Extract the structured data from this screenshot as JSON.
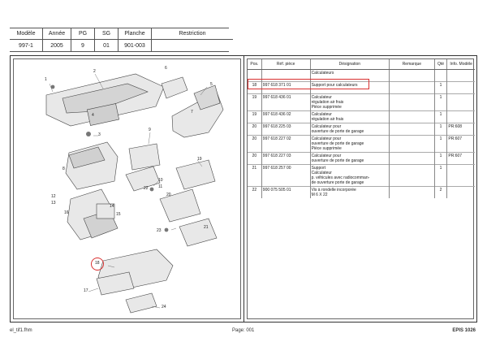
{
  "header": {
    "columns": [
      "Modèle",
      "Année",
      "PG",
      "SG",
      "Planche",
      "Restriction"
    ],
    "values": [
      "997-1",
      "2005",
      "9",
      "01",
      "901-003",
      ""
    ]
  },
  "table": {
    "headers": [
      "Pos.",
      "Réf. pièce",
      "Désignation",
      "Remarque",
      "Qté",
      "Info. Modèle"
    ],
    "rows": [
      {
        "pos": "",
        "ref": "",
        "des": [
          "Calculateurs"
        ],
        "rem": "",
        "qte": "",
        "info": ""
      },
      {
        "pos": "18",
        "ref": "997 618 371 01",
        "des": [
          "Support pour calculateurs"
        ],
        "rem": "",
        "qte": "1",
        "info": ""
      },
      {
        "pos": "19",
        "ref": "997 618 436 01",
        "des": [
          "Calculateur",
          "régulation air frais",
          "Pièce supprimée"
        ],
        "rem": "",
        "qte": "1",
        "info": ""
      },
      {
        "pos": "19",
        "ref": "997 618 436 02",
        "des": [
          "Calculateur",
          "régulation air frais"
        ],
        "rem": "",
        "qte": "1",
        "info": ""
      },
      {
        "pos": "20",
        "ref": "997 618 225 03",
        "des": [
          "Calculateur pour",
          "ouverture de porte de garage"
        ],
        "rem": "",
        "qte": "1",
        "info": "PR:608"
      },
      {
        "pos": "20",
        "ref": "997 618 227 02",
        "des": [
          "Calculateur pour",
          "ouverture de porte de garage",
          "Pièce supprimée"
        ],
        "rem": "",
        "qte": "1",
        "info": "PR:607"
      },
      {
        "pos": "20",
        "ref": "997 618 227 03",
        "des": [
          "Calculateur pour",
          "ouverture de porte de garage"
        ],
        "rem": "",
        "qte": "1",
        "info": "PR:607"
      },
      {
        "pos": "21",
        "ref": "997 618 257 00",
        "des": [
          "Support",
          "Calculateur",
          "p. véhicules avec radiocomman-",
          "de ouverture porte de garage"
        ],
        "rem": "",
        "qte": "1",
        "info": ""
      },
      {
        "pos": "22",
        "ref": "900 075 505 01",
        "des": [
          "Vis à rondelle incorporée",
          "M 6 X 22"
        ],
        "rem": "",
        "qte": "2",
        "info": ""
      }
    ]
  },
  "diagram": {
    "part_numbers": [
      "2",
      "1",
      "4",
      "3",
      "5",
      "6",
      "7",
      "8",
      "9",
      "10",
      "11",
      "12",
      "13",
      "14",
      "15",
      "16",
      "18",
      "17",
      "19",
      "20",
      "21",
      "22",
      "23",
      "24"
    ],
    "highlight_color": "#d93030"
  },
  "footer": {
    "left": "el_tif1.fhm",
    "center": "Page: 001",
    "right": "EPIS 1026"
  }
}
